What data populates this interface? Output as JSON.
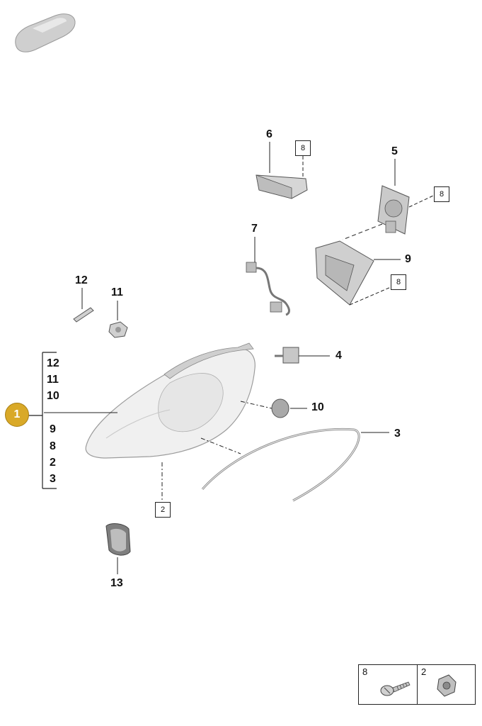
{
  "callouts": {
    "n6": "6",
    "n5": "5",
    "n7": "7",
    "n9": "9",
    "n12": "12",
    "n11": "11",
    "n4": "4",
    "n10": "10",
    "n3": "3",
    "n13": "13"
  },
  "ref_boxes": {
    "b8_top": "8",
    "b8_right": "8",
    "b8_mid": "8",
    "b2": "2"
  },
  "assembly": {
    "badge": "1",
    "list": [
      "12",
      "11",
      "10",
      "9",
      "8",
      "2",
      "3"
    ]
  },
  "legend": {
    "left_label": "8",
    "right_label": "2"
  },
  "colors": {
    "badge": "#d9a928",
    "line": "#222222",
    "part_fill": "#d8d8d8"
  }
}
